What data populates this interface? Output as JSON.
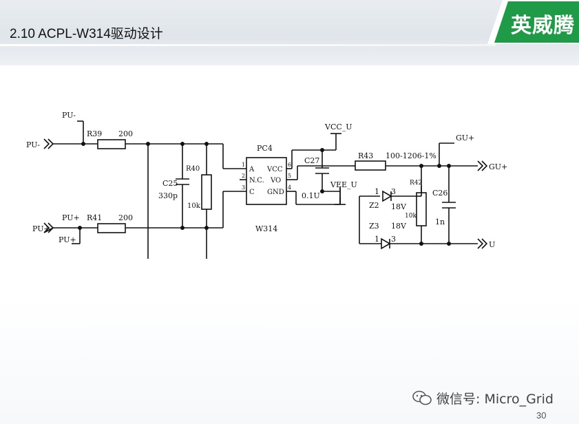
{
  "header": {
    "title": "2.10 ACPL-W314驱动设计",
    "logo_text": "英威腾"
  },
  "schematic": {
    "ic": {
      "ref": "PC4",
      "part": "W314",
      "pins": [
        {
          "num": "1",
          "name": "A"
        },
        {
          "num": "2",
          "name": "N.C."
        },
        {
          "num": "3",
          "name": "C"
        },
        {
          "num": "6",
          "name": "VCC"
        },
        {
          "num": "5",
          "name": "VO"
        },
        {
          "num": "4",
          "name": "GND"
        }
      ]
    },
    "nets": {
      "pu_minus": "PU-",
      "pu_plus": "PU+",
      "vcc": "VCC_U",
      "vee": "VEE_U",
      "gu_plus": "GU+",
      "gu_out": "GU+",
      "u_out": "U"
    },
    "components": {
      "r39": {
        "ref": "R39",
        "value": "200"
      },
      "r41": {
        "ref": "R41",
        "value": "200"
      },
      "r40": {
        "ref": "R40",
        "value": "10k"
      },
      "c25": {
        "ref": "C25",
        "value": "330p"
      },
      "c27": {
        "ref": "C27",
        "value": "0.1U"
      },
      "r43": {
        "ref": "R43",
        "value": "100-1206-1%"
      },
      "r42": {
        "ref": "R42",
        "value": "10k"
      },
      "c26": {
        "ref": "C26",
        "value": "1n"
      },
      "z2": {
        "ref": "Z2",
        "value": "18V",
        "pin_a": "1",
        "pin_k": "3"
      },
      "z3": {
        "ref": "Z3",
        "value": "18V",
        "pin_a": "1",
        "pin_k": "3"
      }
    }
  },
  "footer": {
    "watermark": "微信号: Micro_Grid",
    "page_number": "30"
  },
  "colors": {
    "logo_green": "#1f9a46",
    "banner": "#e3e8ec"
  }
}
